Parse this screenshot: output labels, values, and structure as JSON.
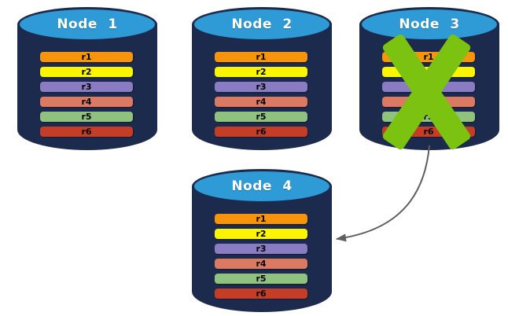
{
  "diagram": {
    "nodes": [
      {
        "id": "node-1",
        "label": "Node 1",
        "failed": false
      },
      {
        "id": "node-2",
        "label": "Node 2",
        "failed": false
      },
      {
        "id": "node-3",
        "label": "Node 3",
        "failed": true
      },
      {
        "id": "node-4",
        "label": "Node 4",
        "failed": false
      }
    ],
    "replicas": [
      "r1",
      "r2",
      "r3",
      "r4",
      "r5",
      "r6"
    ],
    "replica_colors": [
      "#F7940A",
      "#FBF500",
      "#8A7CC2",
      "#DC7963",
      "#8FC27E",
      "#C53D27"
    ],
    "colors": {
      "cylinder_body": "#1C2B4D",
      "cylinder_top": "#2E9AD6",
      "failure_x": "#7CC211",
      "arrow": "#5F5F5F",
      "bar_text": "#000000",
      "title_text": "#FFFFFF"
    },
    "arrow": {
      "from": "node-3",
      "to": "node-4"
    }
  }
}
